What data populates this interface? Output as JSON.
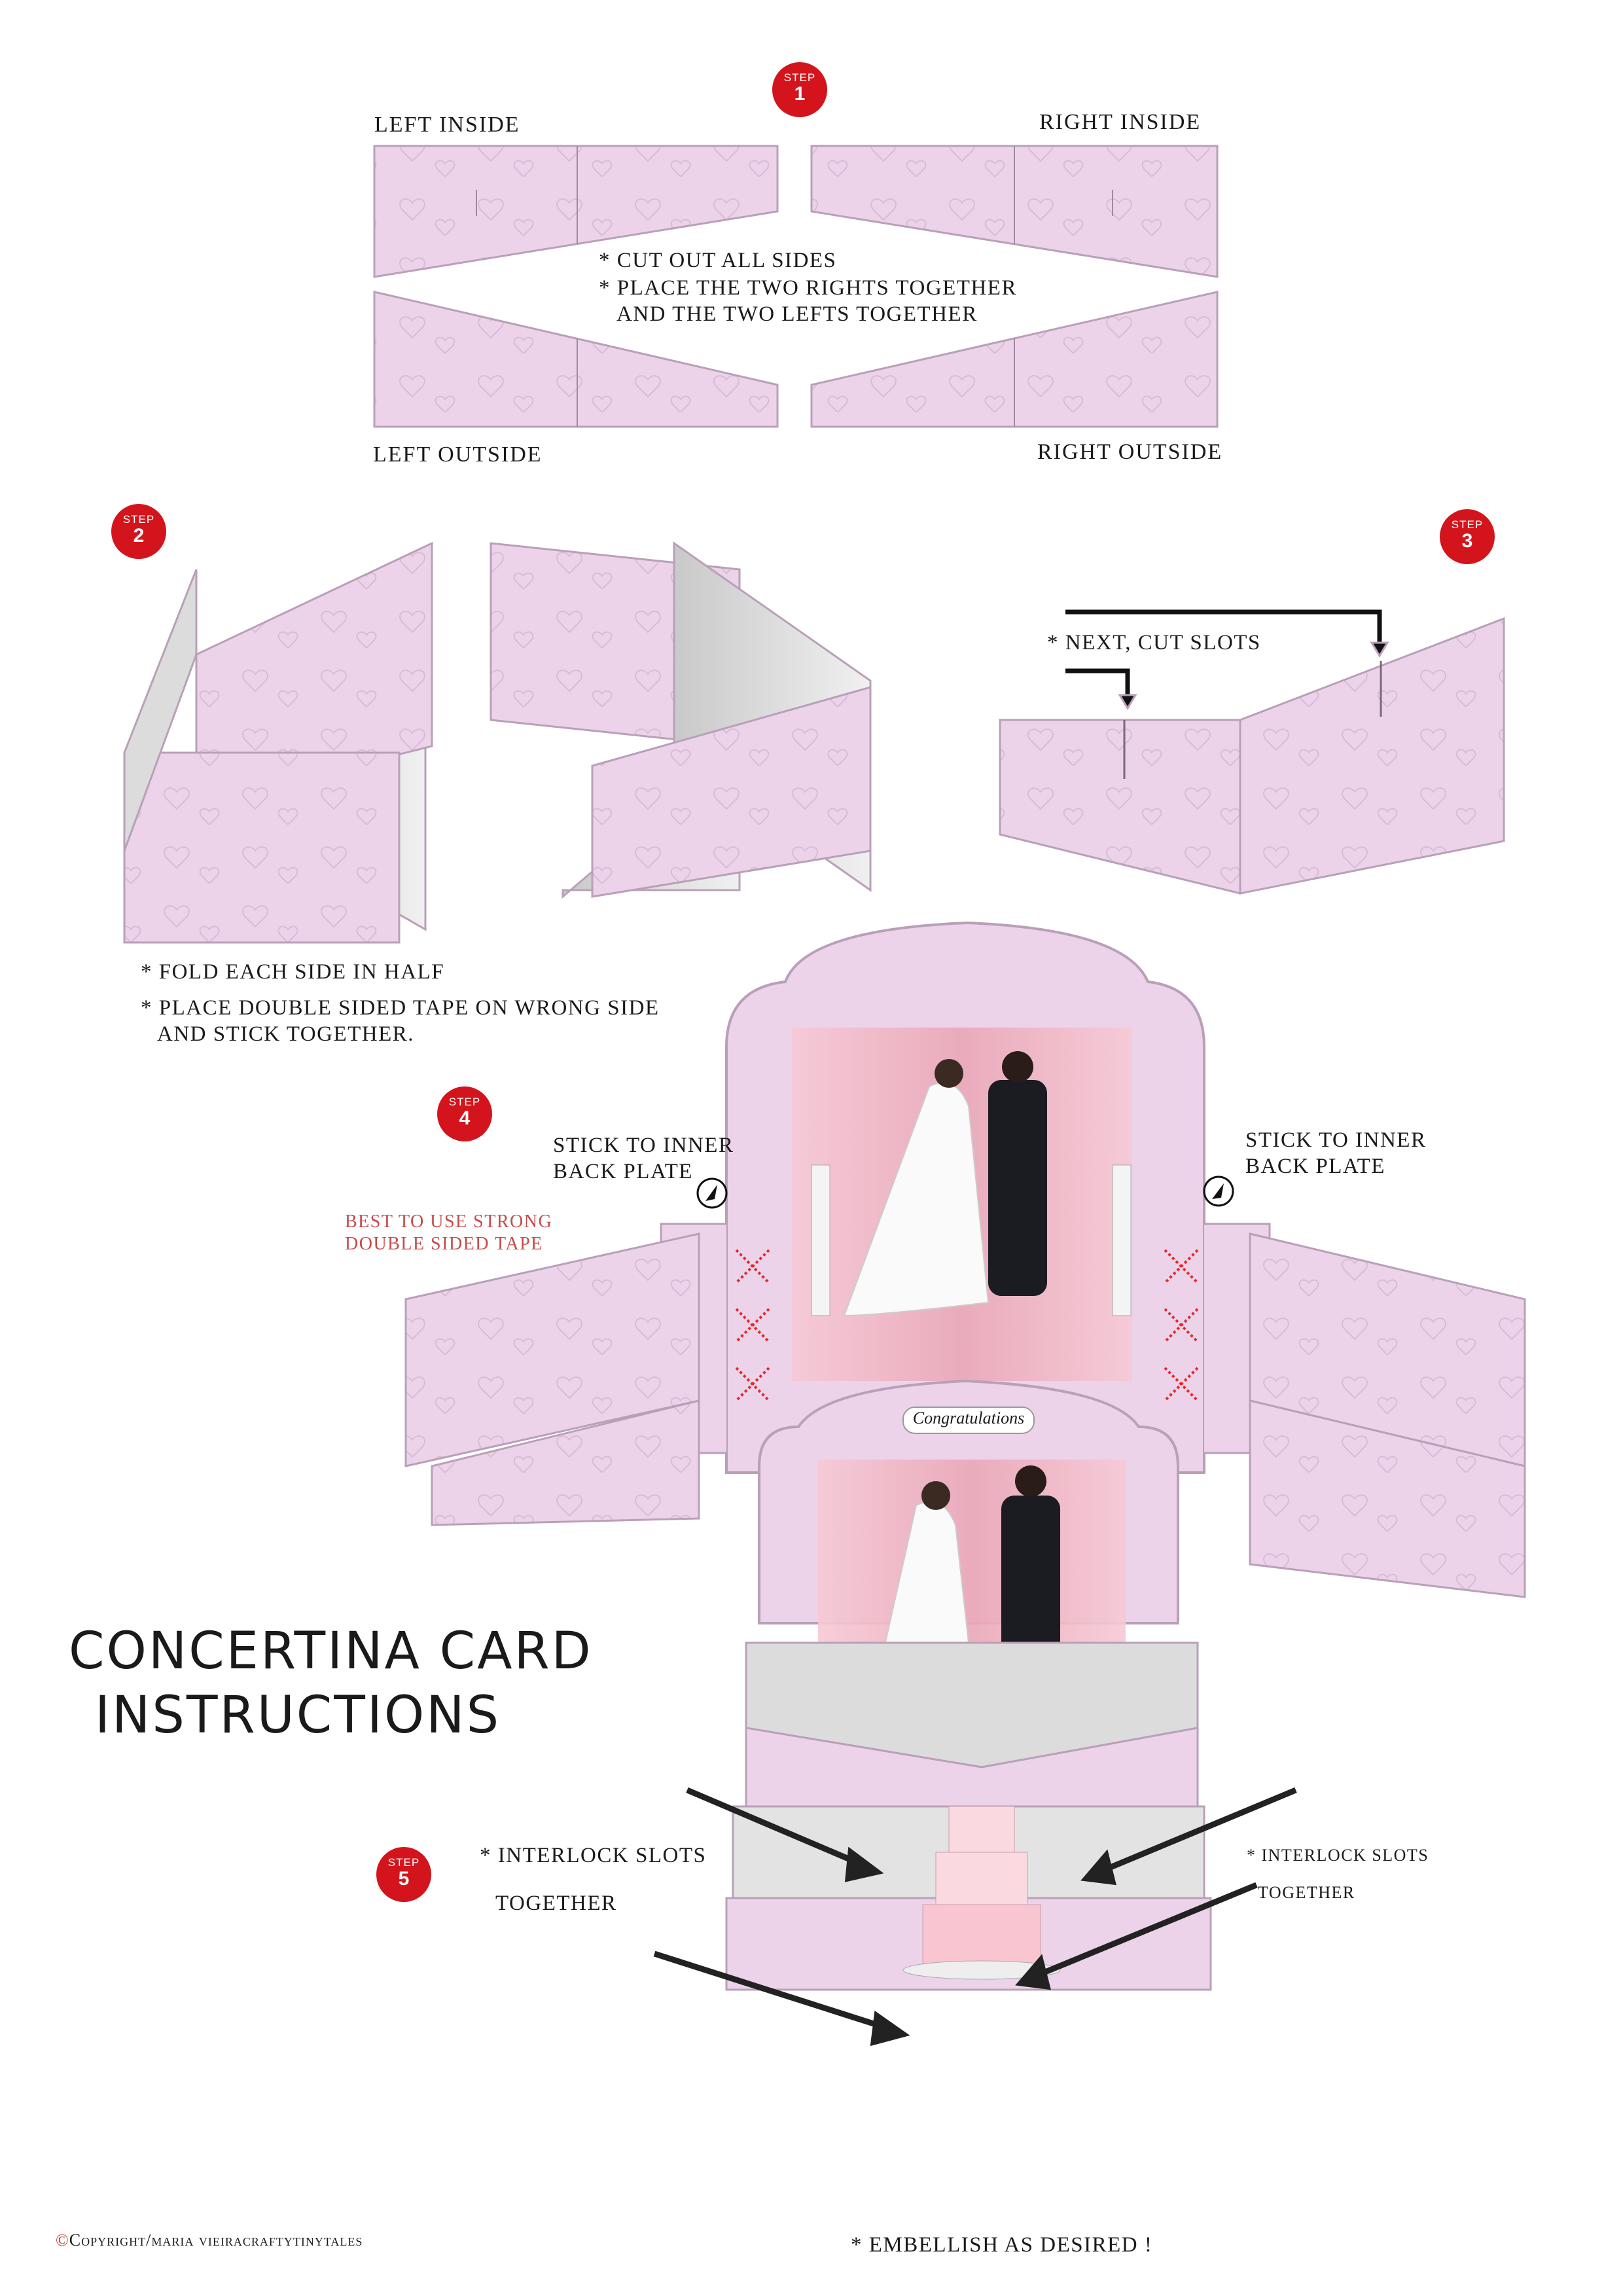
{
  "title": {
    "line1": "Concertina Card",
    "line2": "Instructions"
  },
  "steps": {
    "step_word": "STEP",
    "s1": "1",
    "s2": "2",
    "s3": "3",
    "s4": "4",
    "s5": "5"
  },
  "step1": {
    "left_inside": "LEFT INSIDE",
    "right_inside": "RIGHT INSIDE",
    "left_outside": "LEFT OUTSIDE",
    "right_outside": "RIGHT OUTSIDE",
    "note1": "* CUT OUT ALL SIDES",
    "note2": "* PLACE THE TWO RIGHTS TOGETHER",
    "note3": "AND THE TWO LEFTS TOGETHER"
  },
  "step2": {
    "note1": "* FOLD EACH SIDE IN HALF",
    "note2": "* PLACE DOUBLE SIDED TAPE ON WRONG SIDE",
    "note3": "AND STICK TOGETHER."
  },
  "step3": {
    "note": "* NEXT, CUT SLOTS"
  },
  "step4": {
    "left_label1": "STICK TO INNER",
    "left_label2": "BACK PLATE",
    "right_label1": "STICK TO INNER",
    "right_label2": "BACK PLATE",
    "tape_note1": "BEST TO USE STRONG",
    "tape_note2": "DOUBLE SIDED TAPE"
  },
  "step5": {
    "left_note1": "* INTERLOCK SLOTS",
    "left_note2": "TOGETHER",
    "right_note1": "* INTERLOCK SLOTS",
    "right_note2": "TOGETHER",
    "banner": "Congratulations",
    "embellish": "* EMBELLISH AS DESIRED !"
  },
  "copyright": {
    "symbol": "©",
    "text": "Copyright/maria vieiracraftytinytales"
  },
  "colors": {
    "card_pink": "#ecd3ea",
    "card_edge": "#b9a0b8",
    "step_red": "#d4141c",
    "curtain": "#f1b8c6"
  }
}
